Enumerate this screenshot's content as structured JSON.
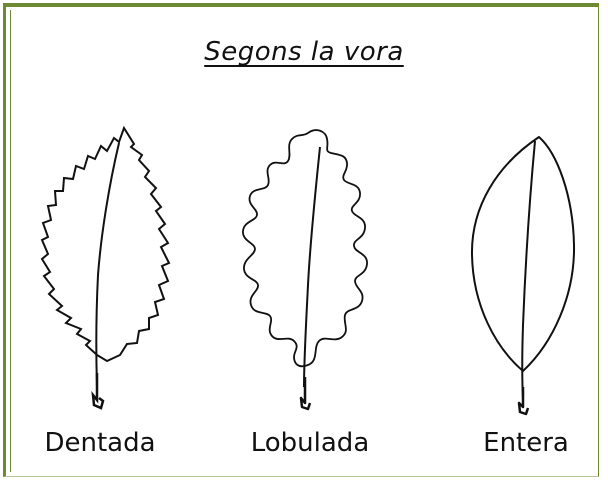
{
  "heading": "Segons la vora",
  "leaves": [
    {
      "label": "Dentada",
      "icon": "serrated-leaf-icon"
    },
    {
      "label": "Lobulada",
      "icon": "lobed-leaf-icon"
    },
    {
      "label": "Entera",
      "icon": "entire-leaf-icon"
    }
  ]
}
